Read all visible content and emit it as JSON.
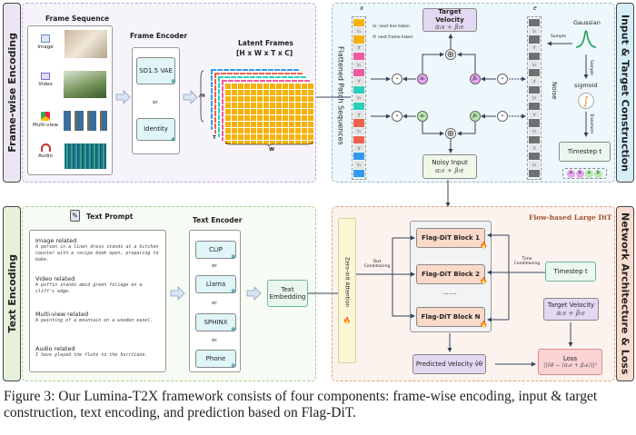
{
  "frame_wise": {
    "label": "Frame-wise Encoding",
    "frame_sequence_title": "Frame Sequence",
    "modalities": [
      {
        "label": "Image",
        "icon": "image-icon"
      },
      {
        "label": "Video",
        "icon": "video-icon"
      },
      {
        "label": "Multi-view",
        "icon": "multiview-icon"
      },
      {
        "label": "Audio",
        "icon": "headphones-icon"
      }
    ],
    "frame_encoder_title": "Frame Encoder",
    "encoder_options": [
      "SD1.5 VAE",
      "Identity"
    ],
    "or": "or",
    "latent_title": "Latent Frames",
    "latent_shape": "[H x W x T x C]",
    "dims": {
      "h": "H",
      "w": "W",
      "t": "T"
    }
  },
  "input_target": {
    "label": "Input & Target Construction",
    "column_x": "x",
    "column_noise": "ϵ",
    "flattened_label": "Flattened Patch Sequences",
    "noise_label": "Noise",
    "legend_n": "\\n: next line token",
    "legend_f": "\\f: next frame token",
    "target_velocity": {
      "title": "Target Velocity",
      "formula": "α̇ₜx + β̇ₜϵ"
    },
    "noisy_input": {
      "title": "Noisy Input",
      "formula": "αₜx + βₜϵ"
    },
    "alpha_dot": "α̇ₜ",
    "beta_dot": "β̇ₜ",
    "alpha": "αₜ",
    "beta": "βₜ",
    "gaussian": "Gaussian",
    "sample": "Sample",
    "sample2": "Sample",
    "sigmoid": "sigmoid",
    "transform": "Transform",
    "timestep": "Timestep t",
    "coeffs": [
      "α̇ₜ",
      "β̇ₜ",
      "αₜ",
      "βₜ"
    ]
  },
  "text_enc": {
    "label": "Text Encoding",
    "prompt_title": "Text Prompt",
    "prompts": [
      {
        "head": "Image related",
        "text": "A person in a linen dress stands at a kitchen counter with a recipe book open, preparing to bake."
      },
      {
        "head": "Video related",
        "text": "A puffin stands amid green foliage on a cliff's edge."
      },
      {
        "head": "Multi-view related",
        "text": "A painting of a mountain on a wooden easel."
      },
      {
        "head": "Audio related",
        "text": "I have played the flute to the hurricane."
      }
    ],
    "encoder_title": "Text Encoder",
    "encoders": [
      "CLIP",
      "Llama",
      "SPHINX",
      "Phone"
    ],
    "or": "or",
    "embedding": "Text Embedding"
  },
  "network": {
    "label": "Network Architecture & Loss",
    "title": "Flow-based Large DiT",
    "zero_init": "Zero-init Attention",
    "text_cond": "Text Conditioning",
    "time_cond": "Time Conditioning",
    "blocks": [
      "Flag-DiT Block 1",
      "Flag-DiT Block 2",
      "Flag-DiT Block N"
    ],
    "ellipsis": "·······",
    "timestep": "Timestep t",
    "target_velocity": {
      "title": "Target Velocity",
      "formula": "α̇ₜx + β̇ₜϵ"
    },
    "predicted": "Predicted Velocity v̂θ",
    "loss": {
      "title": "Loss",
      "formula": "||v̂θ − (α̇ₜx + β̇ₜϵ)||²"
    }
  },
  "caption": "Figure 3: Our Lumina-T2X framework consists of four components: frame-wise encoding, input & target construction, text encoding, and prediction based on Flag-DiT.",
  "colors": {
    "purple_panel": "#f6f3fb",
    "blue_panel": "#f1f8fb",
    "green_panel": "#f6fbf3",
    "peach_panel": "#fdf3ee",
    "latent": [
      "#3399ee",
      "#f0604a",
      "#2ad0b8",
      "#ef5aa0",
      "#f5b20a"
    ]
  }
}
